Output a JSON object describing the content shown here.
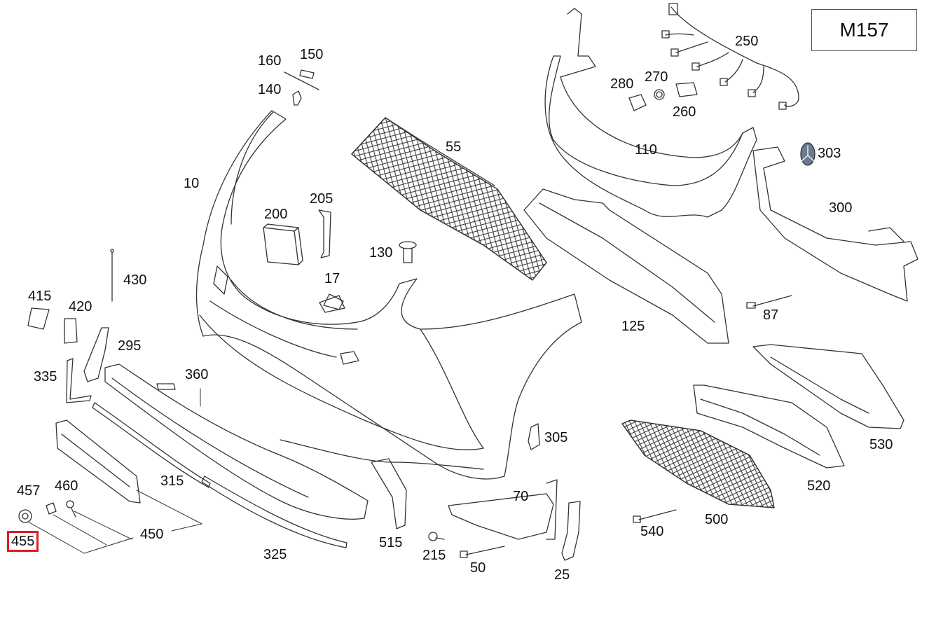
{
  "model_code": "M157",
  "highlight_color": "#e31b23",
  "line_color": "#333333",
  "parts": [
    {
      "id": "p10",
      "label": "10"
    },
    {
      "id": "p17",
      "label": "17"
    },
    {
      "id": "p25",
      "label": "25"
    },
    {
      "id": "p50",
      "label": "50"
    },
    {
      "id": "p55",
      "label": "55"
    },
    {
      "id": "p70",
      "label": "70"
    },
    {
      "id": "p87",
      "label": "87"
    },
    {
      "id": "p110",
      "label": "110"
    },
    {
      "id": "p125",
      "label": "125"
    },
    {
      "id": "p130",
      "label": "130"
    },
    {
      "id": "p140",
      "label": "140"
    },
    {
      "id": "p150",
      "label": "150"
    },
    {
      "id": "p160",
      "label": "160"
    },
    {
      "id": "p200",
      "label": "200"
    },
    {
      "id": "p205",
      "label": "205"
    },
    {
      "id": "p215",
      "label": "215"
    },
    {
      "id": "p250",
      "label": "250"
    },
    {
      "id": "p260",
      "label": "260"
    },
    {
      "id": "p270",
      "label": "270"
    },
    {
      "id": "p280",
      "label": "280"
    },
    {
      "id": "p295",
      "label": "295"
    },
    {
      "id": "p300",
      "label": "300"
    },
    {
      "id": "p303",
      "label": "303"
    },
    {
      "id": "p305",
      "label": "305"
    },
    {
      "id": "p315",
      "label": "315"
    },
    {
      "id": "p325",
      "label": "325"
    },
    {
      "id": "p335",
      "label": "335"
    },
    {
      "id": "p360",
      "label": "360"
    },
    {
      "id": "p415",
      "label": "415"
    },
    {
      "id": "p420",
      "label": "420"
    },
    {
      "id": "p430",
      "label": "430"
    },
    {
      "id": "p450",
      "label": "450"
    },
    {
      "id": "p455",
      "label": "455",
      "highlighted": true
    },
    {
      "id": "p457",
      "label": "457"
    },
    {
      "id": "p460",
      "label": "460"
    },
    {
      "id": "p500",
      "label": "500"
    },
    {
      "id": "p515",
      "label": "515"
    },
    {
      "id": "p520",
      "label": "520"
    },
    {
      "id": "p530",
      "label": "530"
    },
    {
      "id": "p540",
      "label": "540"
    }
  ]
}
